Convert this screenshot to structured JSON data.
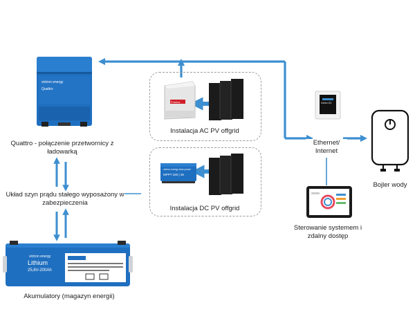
{
  "labels": {
    "quattro": "Quattro - połączenie przetwornicy z ładowarką",
    "busbar": "Układ szyn prądu stałego wyposażony w zabezpieczenia",
    "battery": "Akumulatory (magazyn energii)",
    "ac_pv": "Instalacja AC PV offgrid",
    "dc_pv": "Instalacja DC PV offgrid",
    "ethernet": "Ethernet/ Internet",
    "boiler": "Bojler wody",
    "control": "Sterowanie systemem i zdalny dostęp"
  },
  "device_text": {
    "quattro_brand": "victron energy",
    "quattro_model": "Quattro",
    "mppt_brand": "victron energy  blue power",
    "mppt_model": "MPPT 150 | 35",
    "battery_brand": "victron energy",
    "battery_model": "Lithium",
    "battery_spec": "25,6V-200Ah",
    "fronius_brand": "Fronius",
    "gateway_label": "Cerbo GX"
  },
  "colors": {
    "arrow": "#3d8fd0",
    "victron_blue": "#1f6fc0",
    "dash": "#9a9a9a",
    "panel": "#1b1b1b"
  }
}
